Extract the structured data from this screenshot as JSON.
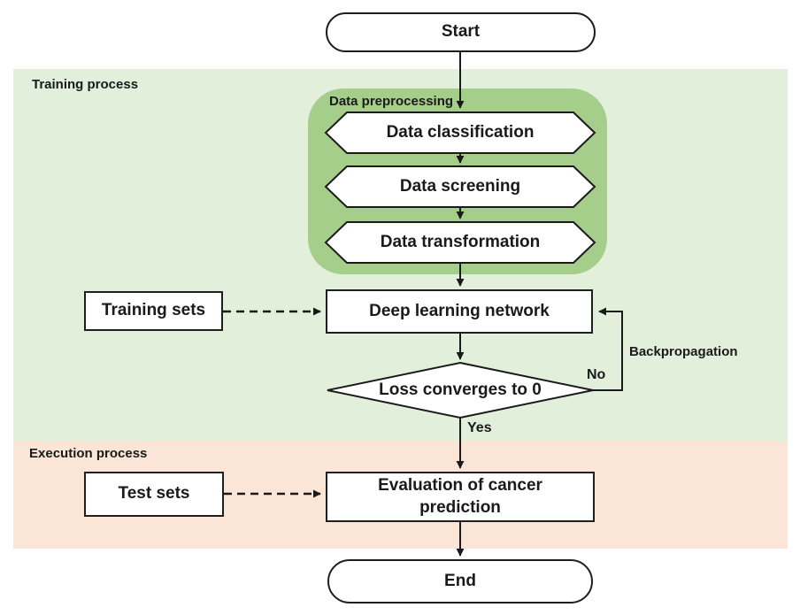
{
  "regions": {
    "training": {
      "label": "Training process",
      "color": "#e2efda"
    },
    "execution": {
      "label": "Execution process",
      "color": "#fbe5d6"
    },
    "preprocessing": {
      "label": "Data preprocessing",
      "color": "#a6ce8b"
    }
  },
  "nodes": {
    "start": {
      "label": "Start",
      "shape": "terminator"
    },
    "data_classification": {
      "label": "Data classification",
      "shape": "hexagon"
    },
    "data_screening": {
      "label": "Data screening",
      "shape": "hexagon"
    },
    "data_transformation": {
      "label": "Data transformation",
      "shape": "hexagon"
    },
    "training_sets": {
      "label": "Training sets",
      "shape": "rectangle"
    },
    "deep_learning_network": {
      "label": "Deep learning network",
      "shape": "rectangle"
    },
    "loss_converges": {
      "label": "Loss converges to 0",
      "shape": "decision"
    },
    "test_sets": {
      "label": "Test sets",
      "shape": "rectangle"
    },
    "evaluation": {
      "label": "Evaluation of cancer prediction",
      "lines": [
        "Evaluation of cancer",
        "prediction"
      ],
      "shape": "rectangle"
    },
    "end": {
      "label": "End",
      "shape": "terminator"
    }
  },
  "edges": {
    "yes_label": "Yes",
    "no_label": "No",
    "backpropagation_label": "Backpropagation"
  },
  "colors": {
    "stroke": "#1a1a1a",
    "node_fill": "#ffffff",
    "training_region": "#e2efda",
    "execution_region": "#fbe5d6",
    "preprocessing_group": "#a6ce8b"
  }
}
